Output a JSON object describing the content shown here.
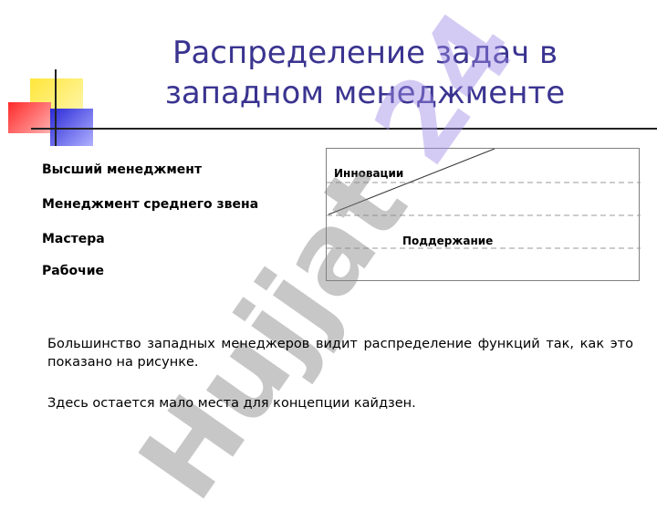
{
  "slide": {
    "title_line1": "Распределение задач в",
    "title_line2": "западном менеджменте",
    "watermark_gray": "Hujjat",
    "watermark_purple": "24"
  },
  "levels": [
    "Высший менеджмент",
    "Менеджмент среднего звена",
    "Мастера",
    "Рабочие"
  ],
  "diagram": {
    "innovation_label": "Инновации",
    "maintenance_label": "Поддержание"
  },
  "paragraphs": [
    "Большинство западных менеджеров видит распределение функций так, как это показано на рисунке.",
    "Здесь остается мало места для концепции кайдзен."
  ],
  "colors": {
    "title": "#3a3490",
    "deco_yellow": "#ffe63a",
    "deco_red": "#ff2a2a",
    "deco_blue": "#2a2ad8"
  }
}
